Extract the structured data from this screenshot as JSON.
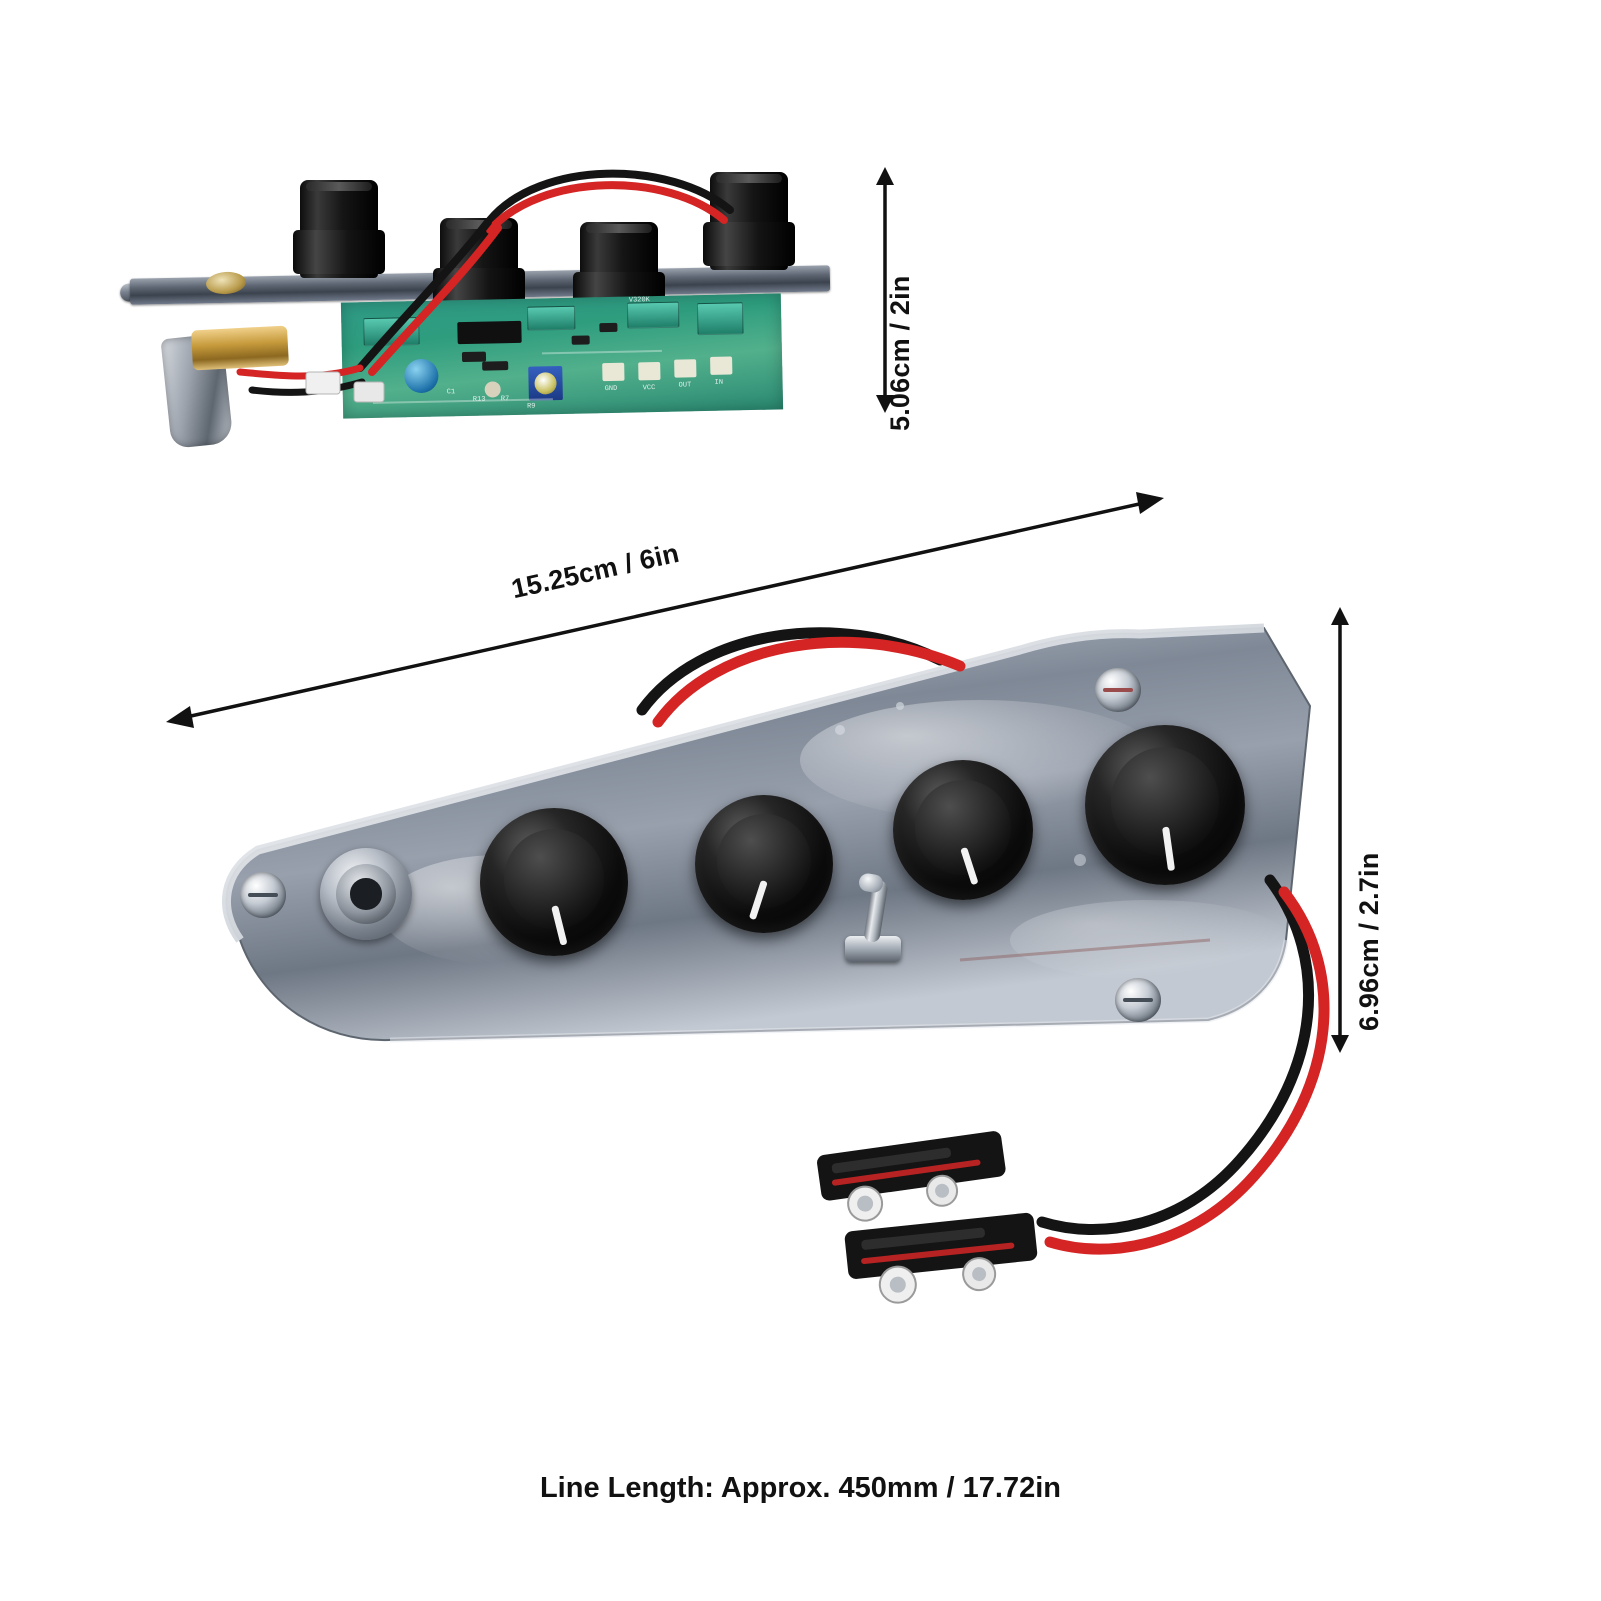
{
  "product": {
    "name": "bass-guitar-active-preamp-control-plate",
    "description": "Chrome control plate with 4-knob active preamp circuit board, toggle switch, output jack and battery clips"
  },
  "dimensions": {
    "top_height": "5.06cm / 2in",
    "main_length": "15.25cm / 6in",
    "main_height": "6.96cm / 2.7in"
  },
  "caption": {
    "line_length": "Line Length: Approx. 450mm / 17.72in"
  },
  "pcb": {
    "silkscreen": [
      "V320K",
      "C1",
      "R13",
      "R7",
      "R9",
      "GND",
      "VCC",
      "OUT",
      "IN"
    ]
  },
  "colors": {
    "background": "#ffffff",
    "text": "#111111",
    "arrow": "#111111",
    "pcb_green": "#2f9b86",
    "plate_chrome": "#8a939f",
    "knob_black": "#0b0b0b",
    "wire_red": "#d42424",
    "wire_black": "#141414"
  },
  "parts": {
    "knob_count_top": 4,
    "knob_count_main": 4,
    "screw_count": 3,
    "toggle_switch": "3-way-toggle",
    "output_jack": "1/4-inch-output-jack",
    "battery_clips": 2
  }
}
